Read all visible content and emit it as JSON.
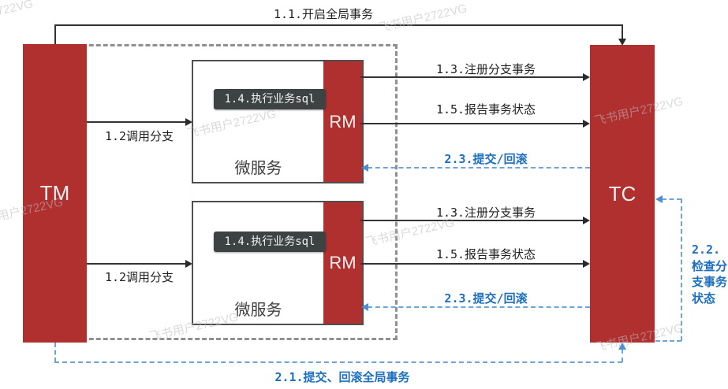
{
  "watermark": {
    "text": "飞书用户2722VG"
  },
  "nodes": {
    "tm": {
      "label": "TM"
    },
    "tc": {
      "label": "TC"
    },
    "microservice_top": {
      "label": "微服务",
      "rm_label": "RM",
      "sql_label": "1.4.执行业务sql"
    },
    "microservice_bottom": {
      "label": "微服务",
      "rm_label": "RM",
      "sql_label": "1.4.执行业务sql"
    }
  },
  "edges": {
    "begin_global": "1.1.开启全局事务",
    "invoke_branch_top": "1.2调用分支",
    "invoke_branch_bottom": "1.2调用分支",
    "register_branch_top": "1.3.注册分支事务",
    "report_status_top": "1.5.报告事务状态",
    "commit_rollback_top": "2.3.提交/回滚",
    "register_branch_bottom": "1.3.注册分支事务",
    "report_status_bottom": "1.5.报告事务状态",
    "commit_rollback_bottom": "2.3.提交/回滚",
    "global_commit_rollback": "2.1.提交、回滚全局事务",
    "check_branch_status": "2.2.检查分支事务状态"
  },
  "colors": {
    "node_red": "#b02f2f",
    "sql_box_bg": "#3d4243",
    "blue_line": "#6fa4d9",
    "blue_text": "#1d6fbf",
    "dash_gray": "#909090",
    "line_black": "#333333"
  }
}
